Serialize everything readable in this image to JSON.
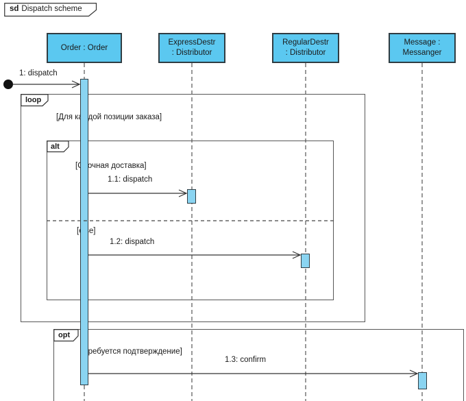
{
  "frame": {
    "keyword": "sd",
    "title": "Dispatch scheme"
  },
  "lifelines": [
    {
      "name": "Order : Order"
    },
    {
      "name": "ExpressDestr\n: Distributor"
    },
    {
      "name": "RegularDestr\n: Distributor"
    },
    {
      "name": "Message :\nMessanger"
    }
  ],
  "fragments": {
    "loop": {
      "operator": "loop",
      "guard": "[Для каждой позиции заказа]"
    },
    "alt": {
      "operator": "alt",
      "guard_if": "[Срочная доставка]",
      "guard_else": "[else]"
    },
    "opt": {
      "operator": "opt",
      "guard": "[Требуется подтверждение]"
    }
  },
  "messages": [
    {
      "label": "1: dispatch"
    },
    {
      "label": "1.1: dispatch"
    },
    {
      "label": "1.2: dispatch"
    },
    {
      "label": "1.3: confirm"
    }
  ],
  "colors": {
    "lifeline_head_fill": "#5bc8f0",
    "activation_fill": "#8ad4f1",
    "frame_border": "#565656",
    "element_border": "#2f3c42",
    "message_line": "#333333",
    "text": "#1a1a1a"
  }
}
